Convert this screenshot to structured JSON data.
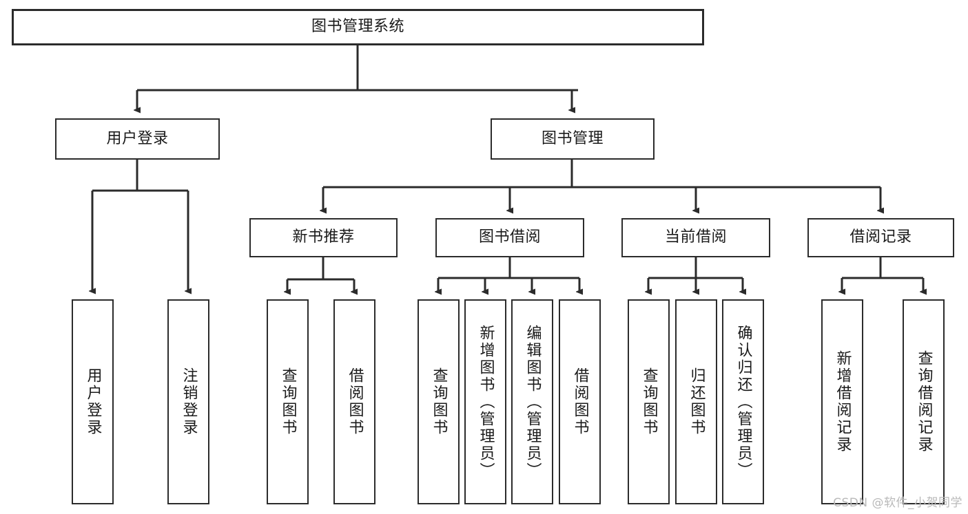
{
  "diagram": {
    "type": "hierarchy-tree",
    "title": "图书管理系统",
    "root": {
      "label": "图书管理系统"
    },
    "level1": [
      {
        "label": "用户登录"
      },
      {
        "label": "图书管理"
      }
    ],
    "level2": [
      {
        "label": "新书推荐"
      },
      {
        "label": "图书借阅"
      },
      {
        "label": "当前借阅"
      },
      {
        "label": "借阅记录"
      }
    ],
    "leaves": {
      "user_login": [
        {
          "label": "用户登录"
        },
        {
          "label": "注销登录"
        }
      ],
      "new_book_recommend": [
        {
          "label": "查询图书"
        },
        {
          "label": "借阅图书"
        }
      ],
      "book_borrow": [
        {
          "label": "查询图书"
        },
        {
          "label": "新增图书（管理员）"
        },
        {
          "label": "编辑图书（管理员）"
        },
        {
          "label": "借阅图书"
        }
      ],
      "current_borrow": [
        {
          "label": "查询图书"
        },
        {
          "label": "归还图书"
        },
        {
          "label": "确认归还（管理员）"
        }
      ],
      "borrow_record": [
        {
          "label": "新增借阅记录"
        },
        {
          "label": "查询借阅记录"
        }
      ]
    },
    "colors": {
      "border": "#2b2b2b",
      "background": "#ffffff",
      "text": "#1a1a1a",
      "watermark": "#b9b9b9"
    }
  },
  "watermark": {
    "text": "CSDN @软件_小贺同学"
  }
}
